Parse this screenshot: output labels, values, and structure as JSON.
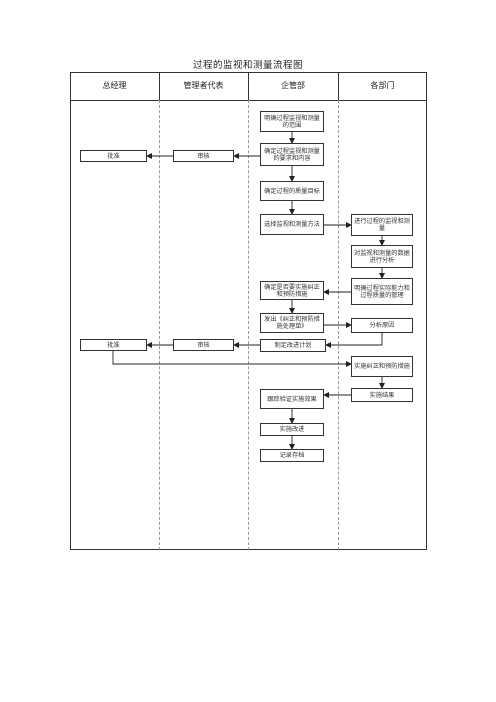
{
  "title": "过程的监视和测量流程图",
  "columns": [
    "总经理",
    "管理者代表",
    "企管部",
    "各部门"
  ],
  "boxes": {
    "b1": "明确过程监视和测量的范围",
    "b2": "确定过程监视和测量的要求和内容",
    "b3": "确定过程的质量目标",
    "b4": "选择监视和测量方法",
    "b5": "进行过程的监视和测量",
    "b6": "对监视和测量的数据进行分析",
    "b7": "明确过程实际能力和过程质量的管理",
    "b8": "确定是否要实施纠正和预防措施",
    "b9": "发出《纠正和预防措施处理单》",
    "b10": "分析原因",
    "b11": "制定改进计划",
    "b12": "审核",
    "b13": "批准",
    "b14": "审核",
    "b15": "批准",
    "b16": "实施纠正和预防措施",
    "b17": "实施结果",
    "b18": "跟踪验证实施效果",
    "b19": "实施改进",
    "b20": "记录存档"
  }
}
